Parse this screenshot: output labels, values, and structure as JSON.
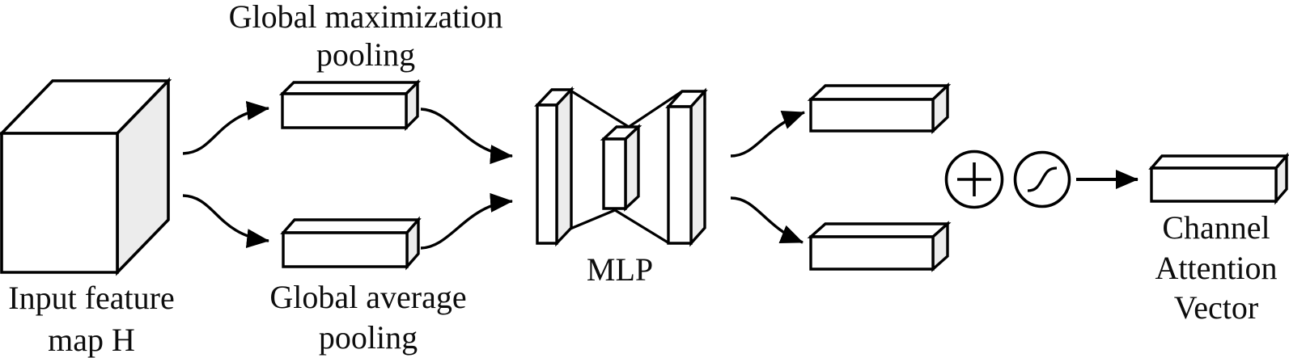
{
  "figure": {
    "background_color": "#ffffff",
    "stroke_color": "#000000",
    "shade_color": "#ececec",
    "labels": {
      "input": {
        "line1": "Input feature",
        "line2": "map H"
      },
      "max_pool": {
        "line1": "Global maximization",
        "line2": "pooling"
      },
      "avg_pool": {
        "line1": "Global average",
        "line2": "pooling"
      },
      "mlp": "MLP",
      "output": {
        "line1": "Channel",
        "line2": "Attention",
        "line3": "Vector"
      }
    },
    "icons": {
      "add": "plus-in-circle",
      "activation": "sigmoid-curve-in-circle",
      "arrows": "solid-black-arrowheads"
    }
  }
}
